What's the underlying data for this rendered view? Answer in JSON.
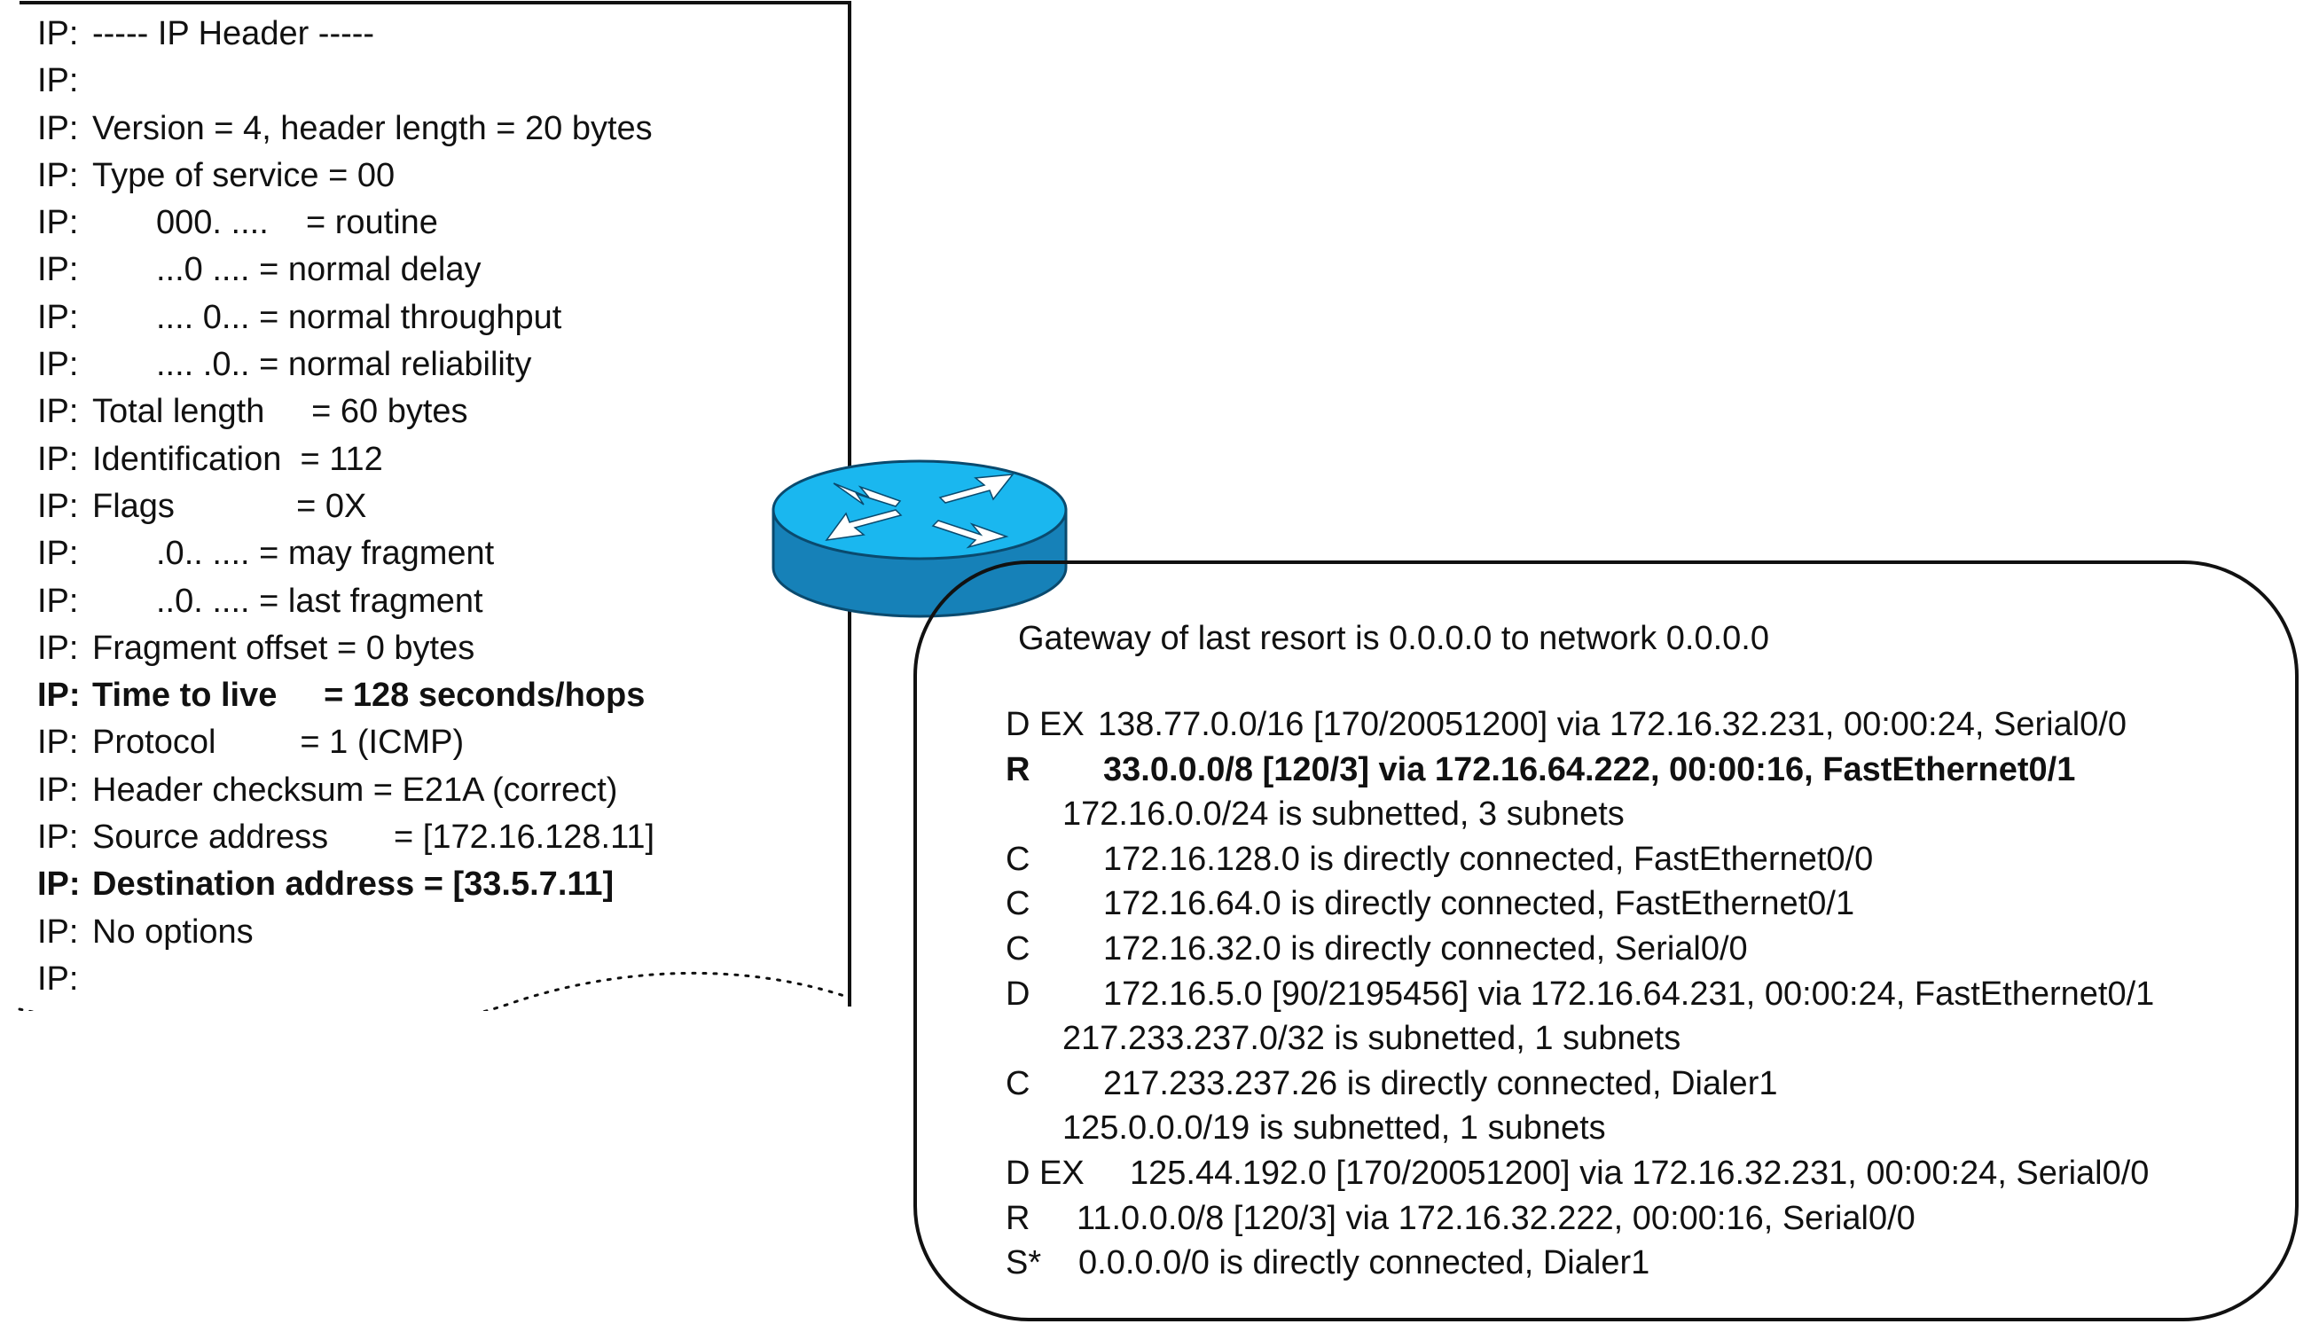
{
  "ip_header": {
    "lines": [
      {
        "prefix": "IP:",
        "field": "----- IP Header -----",
        "value": "",
        "indent": false,
        "bold": false
      },
      {
        "prefix": "IP:",
        "field": "",
        "value": "",
        "indent": false,
        "bold": false
      },
      {
        "prefix": "IP:",
        "field": "Version = 4, header length = 20 bytes",
        "value": "",
        "indent": false,
        "bold": false
      },
      {
        "prefix": "IP:",
        "field": "Type of service = 00",
        "value": "",
        "indent": false,
        "bold": false
      },
      {
        "prefix": "IP:",
        "field": "000. ....    = routine",
        "value": "",
        "indent": true,
        "bold": false
      },
      {
        "prefix": "IP:",
        "field": "...0 .... = normal delay",
        "value": "",
        "indent": true,
        "bold": false
      },
      {
        "prefix": "IP:",
        "field": ".... 0... = normal throughput",
        "value": "",
        "indent": true,
        "bold": false
      },
      {
        "prefix": "IP:",
        "field": ".... .0.. = normal reliability",
        "value": "",
        "indent": true,
        "bold": false
      },
      {
        "prefix": "IP:",
        "field": "Total length     = 60 bytes",
        "value": "",
        "indent": false,
        "bold": false
      },
      {
        "prefix": "IP:",
        "field": "Identification  = 112",
        "value": "",
        "indent": false,
        "bold": false
      },
      {
        "prefix": "IP:",
        "field": "Flags             = 0X",
        "value": "",
        "indent": false,
        "bold": false
      },
      {
        "prefix": "IP:",
        "field": ".0.. .... = may fragment",
        "value": "",
        "indent": true,
        "bold": false
      },
      {
        "prefix": "IP:",
        "field": "..0. .... = last fragment",
        "value": "",
        "indent": true,
        "bold": false
      },
      {
        "prefix": "IP:",
        "field": "Fragment offset = 0 bytes",
        "value": "",
        "indent": false,
        "bold": false
      },
      {
        "prefix": "IP:",
        "field": "Time to live     = 128 seconds/hops",
        "value": "",
        "indent": false,
        "bold": true
      },
      {
        "prefix": "IP:",
        "field": "Protocol         = 1 (ICMP)",
        "value": "",
        "indent": false,
        "bold": false
      },
      {
        "prefix": "IP:",
        "field": "Header checksum = E21A (correct)",
        "value": "",
        "indent": false,
        "bold": false
      },
      {
        "prefix": "IP:",
        "field": "Source address       = [172.16.128.11]",
        "value": "",
        "indent": false,
        "bold": false
      },
      {
        "prefix": "IP:",
        "field": "Destination address = [33.5.7.11]",
        "value": "",
        "indent": false,
        "bold": true
      },
      {
        "prefix": "IP:",
        "field": "No options",
        "value": "",
        "indent": false,
        "bold": false
      },
      {
        "prefix": "IP:",
        "field": "",
        "value": "",
        "indent": false,
        "bold": false
      }
    ]
  },
  "router": {
    "icon": "router-icon",
    "colors": {
      "top": "#1ab7ef",
      "side": "#1681b8",
      "outline": "#0a4a6e",
      "arrows": "#ffffff"
    }
  },
  "routing_table": {
    "gateway": "Gateway of last resort is 0.0.0.0 to network 0.0.0.0",
    "routes": [
      {
        "code": "D EX",
        "text": "138.77.0.0/16 [170/20051200] via 172.16.32.231, 00:00:24, Serial0/0",
        "bold": false,
        "style": "dex"
      },
      {
        "code": "R",
        "text": "33.0.0.0/8 [120/3] via 172.16.64.222, 00:00:16, FastEthernet0/1",
        "bold": true,
        "style": "narrow"
      },
      {
        "code": "",
        "text": "172.16.0.0/24 is subnetted, 3 subnets",
        "bold": false,
        "style": "sub"
      },
      {
        "code": "C",
        "text": "172.16.128.0 is directly connected, FastEthernet0/0",
        "bold": false,
        "style": "narrow"
      },
      {
        "code": "C",
        "text": "172.16.64.0 is directly connected, FastEthernet0/1",
        "bold": false,
        "style": "narrow"
      },
      {
        "code": "C",
        "text": "172.16.32.0 is directly connected, Serial0/0",
        "bold": false,
        "style": "narrow"
      },
      {
        "code": "D",
        "text": "172.16.5.0 [90/2195456] via 172.16.64.231, 00:00:24, FastEthernet0/1",
        "bold": false,
        "style": "narrow"
      },
      {
        "code": "",
        "text": "217.233.237.0/32 is subnetted, 1 subnets",
        "bold": false,
        "style": "sub"
      },
      {
        "code": "C",
        "text": "217.233.237.26 is directly connected, Dialer1",
        "bold": false,
        "style": "narrow"
      },
      {
        "code": "",
        "text": "125.0.0.0/19 is subnetted, 1 subnets",
        "bold": false,
        "style": "sub"
      },
      {
        "code": "D EX",
        "text": "125.44.192.0 [170/20051200] via 172.16.32.231, 00:00:24, Serial0/0",
        "bold": false,
        "style": "dex2"
      },
      {
        "code": "R",
        "text": "11.0.0.0/8 [120/3] via 172.16.32.222, 00:00:16, Serial0/0",
        "bold": false,
        "style": "r2"
      },
      {
        "code": "S*",
        "text": "0.0.0.0/0 is directly connected, Dialer1",
        "bold": false,
        "style": "s"
      }
    ]
  }
}
